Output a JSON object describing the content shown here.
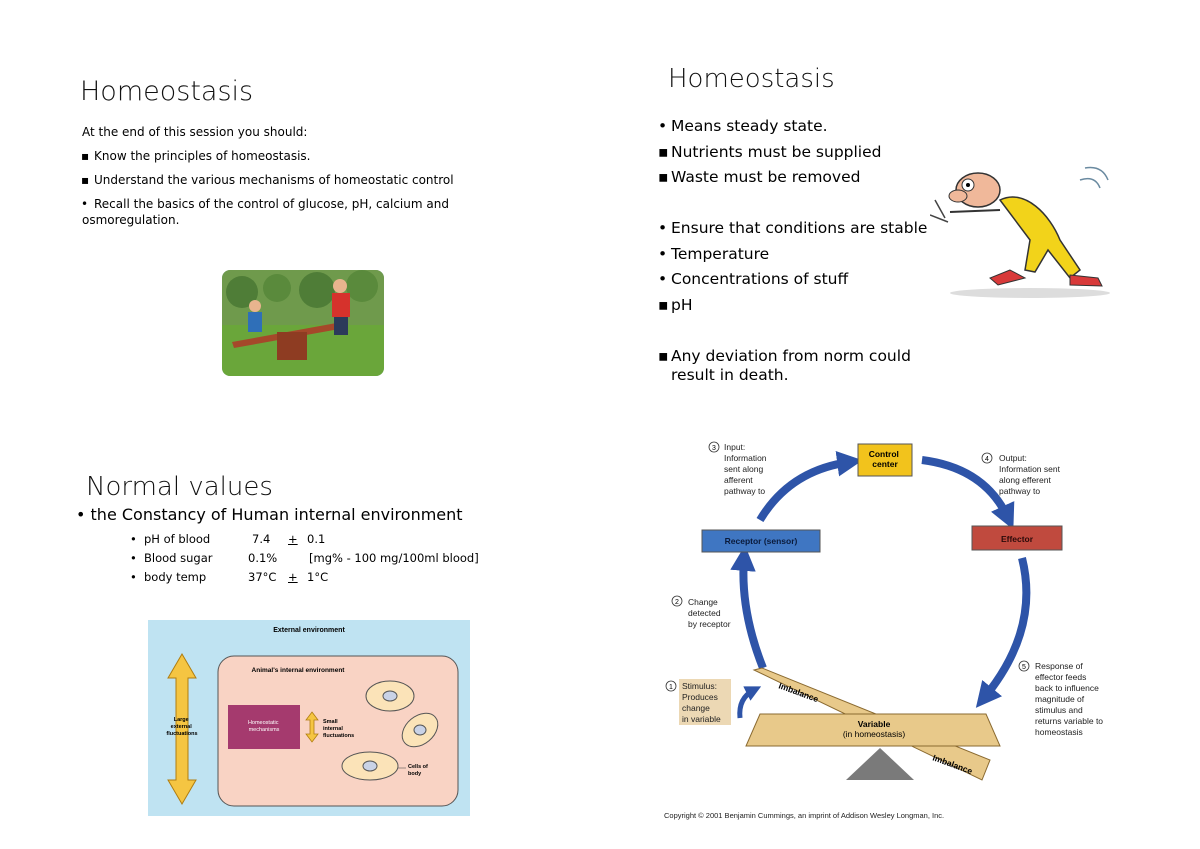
{
  "slide1": {
    "title": "Homeostasis",
    "intro": "At the end of this session you should:",
    "bullets": [
      "Know the principles of homeostasis.",
      "Understand the various mechanisms of homeostatic control",
      "Recall the basics of the control of glucose, pH, calcium and osmoregulation."
    ]
  },
  "slide2": {
    "title": "Homeostasis",
    "group1": [
      "Means steady state.",
      "Nutrients must be supplied",
      "Waste must be removed"
    ],
    "group2": [
      "Ensure that conditions are stable",
      "Temperature",
      "Concentrations of stuff",
      "pH"
    ],
    "group3": [
      "Any deviation from norm could result in death."
    ]
  },
  "slide3": {
    "title": "Normal values",
    "subtitle": "the Constancy of Human internal environment",
    "rows": [
      {
        "name": "pH of blood",
        "value": "7.4",
        "pm": "+",
        "extra": "0.1"
      },
      {
        "name": "Blood sugar",
        "value": "0.1%",
        "pm": "",
        "extra": "[mg% - 100 mg/100ml blood]"
      },
      {
        "name": "body temp",
        "value": "37°C",
        "pm": "+",
        "extra": "1°C"
      }
    ],
    "figure": {
      "external": "External environment",
      "internal": "Animal's internal environment",
      "large_line1": "Large",
      "large_line2": "external",
      "large_line3": "fluctuations",
      "mech_line1": "Homeostatic",
      "mech_line2": "mechanisms",
      "small_line1": "Small",
      "small_line2": "internal",
      "small_line3": "fluctuations",
      "cells_line1": "Cells of",
      "cells_line2": "body"
    }
  },
  "slide4": {
    "control_line1": "Control",
    "control_line2": "center",
    "receptor": "Receptor (sensor)",
    "effector": "Effector",
    "input_num": "3",
    "input_lines": [
      "Input:",
      "Information",
      "sent along",
      "afferent",
      "pathway to"
    ],
    "output_num": "4",
    "output_lines": [
      "Output:",
      "Information sent",
      "along efferent",
      "pathway to"
    ],
    "change_num": "2",
    "change_lines": [
      "Change",
      "detected",
      "by receptor"
    ],
    "stimulus_num": "1",
    "stimulus_lines": [
      "Stimulus:",
      "Produces",
      "change",
      "in variable"
    ],
    "response_num": "5",
    "response_lines": [
      "Response of",
      "effector feeds",
      "back to influence",
      "magnitude of",
      "stimulus and",
      "returns variable to",
      "homeostasis"
    ],
    "imbalance": "Imbalance",
    "variable_line1": "Variable",
    "variable_line2": "(in homeostasis)",
    "copyright": "Copyright © 2001 Benjamin Cummings, an imprint of Addison Wesley Longman, Inc.",
    "colors": {
      "control": "#f2c31c",
      "receptor": "#3f76c2",
      "effector": "#c04a3e",
      "arrow": "#2e54a8",
      "seesaw": "#e8c98a"
    }
  }
}
